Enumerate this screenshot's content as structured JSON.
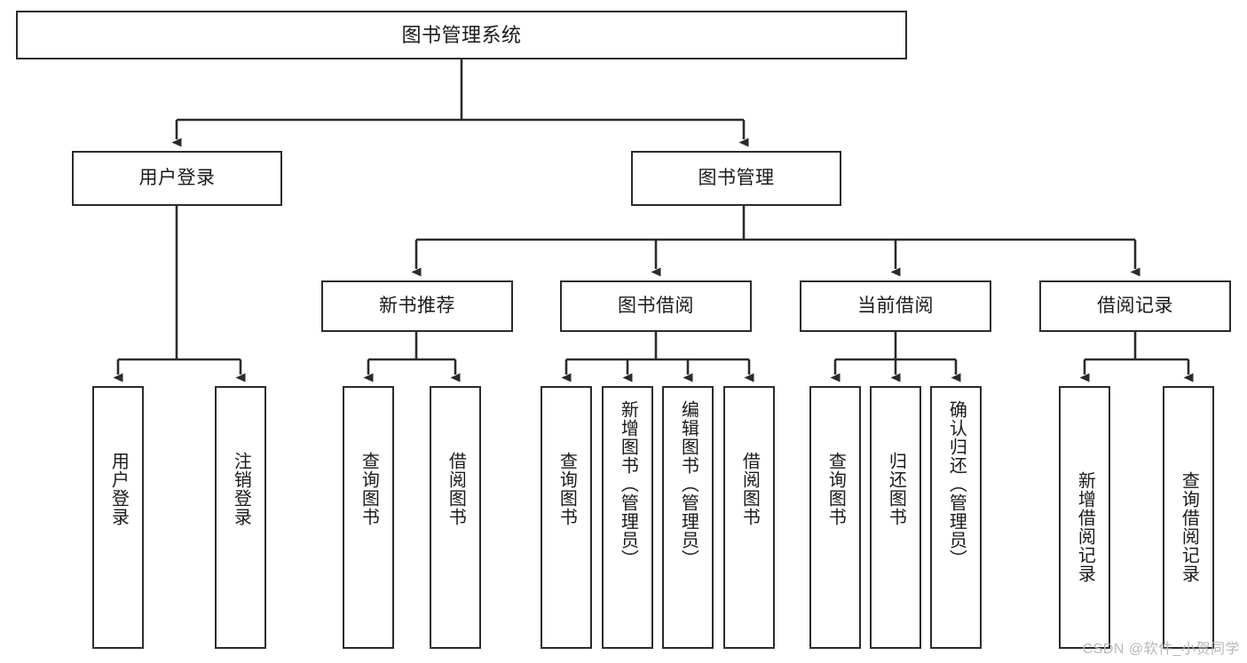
{
  "diagram": {
    "title": "图书管理系统",
    "watermark": "CSDN @软件_小贺同学",
    "line_color": "#2b2b2b",
    "box_fill": "#ffffff",
    "text_color": "#1a1a1a",
    "watermark_color": "#b8b8b8"
  },
  "root": {
    "label": "图书管理系统"
  },
  "level2": [
    {
      "label": "用户登录"
    },
    {
      "label": "图书管理"
    }
  ],
  "level3": [
    {
      "label": "新书推荐"
    },
    {
      "label": "图书借阅"
    },
    {
      "label": "当前借阅"
    },
    {
      "label": "借阅记录"
    }
  ],
  "leaves": {
    "user_login": [
      {
        "label": "用户登录"
      },
      {
        "label": "注销登录"
      }
    ],
    "new_book": [
      {
        "label": "查询图书"
      },
      {
        "label": "借阅图书"
      }
    ],
    "borrow_book": [
      {
        "label": "查询图书"
      },
      {
        "label": "新增图书（管理员）"
      },
      {
        "label": "编辑图书（管理员）"
      },
      {
        "label": "借阅图书"
      }
    ],
    "current_borrow": [
      {
        "label": "查询图书"
      },
      {
        "label": "归还图书"
      },
      {
        "label": "确认归还（管理员）"
      }
    ],
    "borrow_record": [
      {
        "label": "新增借阅记录"
      },
      {
        "label": "查询借阅记录"
      }
    ]
  }
}
